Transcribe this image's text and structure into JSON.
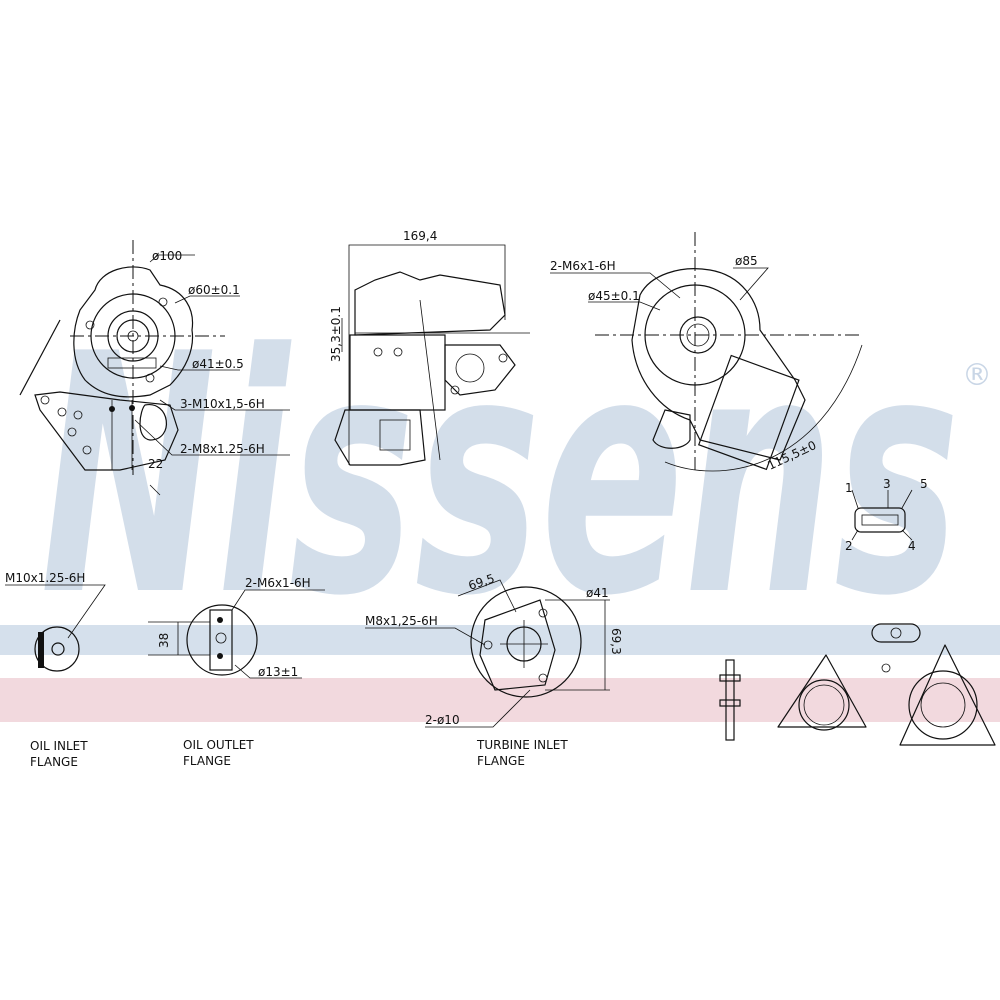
{
  "watermark": {
    "brand": "Nissens",
    "registered": "®",
    "color": "#c9d6e6"
  },
  "bands": {
    "blue": "#d5e0ec",
    "pink": "#f2d9de"
  },
  "view1": {
    "d100": "ø100",
    "d60": "ø60±0.1",
    "d41": "ø41±0.5",
    "thread1": "3-M10x1,5-6H",
    "thread2": "2-M8x1.25-6H",
    "dim22": "22"
  },
  "view2": {
    "width": "169,4",
    "height": "35,3±0.1"
  },
  "view3": {
    "thread": "2-M6x1-6H",
    "d85": "ø85",
    "d45": "ø45±0.1",
    "angle": "115,5±0"
  },
  "connector": {
    "pins": [
      "1",
      "2",
      "3",
      "4",
      "5"
    ]
  },
  "flanges": {
    "oil_inlet": {
      "thread": "M10x1.25-6H",
      "label1": "OIL INLET",
      "label2": "FLANGE"
    },
    "oil_outlet": {
      "thread": "2-M6x1-6H",
      "dim": "38",
      "dia": "ø13±1",
      "label1": "OIL OUTLET",
      "label2": "FLANGE"
    },
    "turbine_inlet": {
      "dim1": "69,5",
      "thread": "M8x1,25-6H",
      "dia": "ø41",
      "dim2": "69,3",
      "holes": "2-ø10",
      "label1": "TURBINE INLET",
      "label2": "FLANGE"
    }
  }
}
